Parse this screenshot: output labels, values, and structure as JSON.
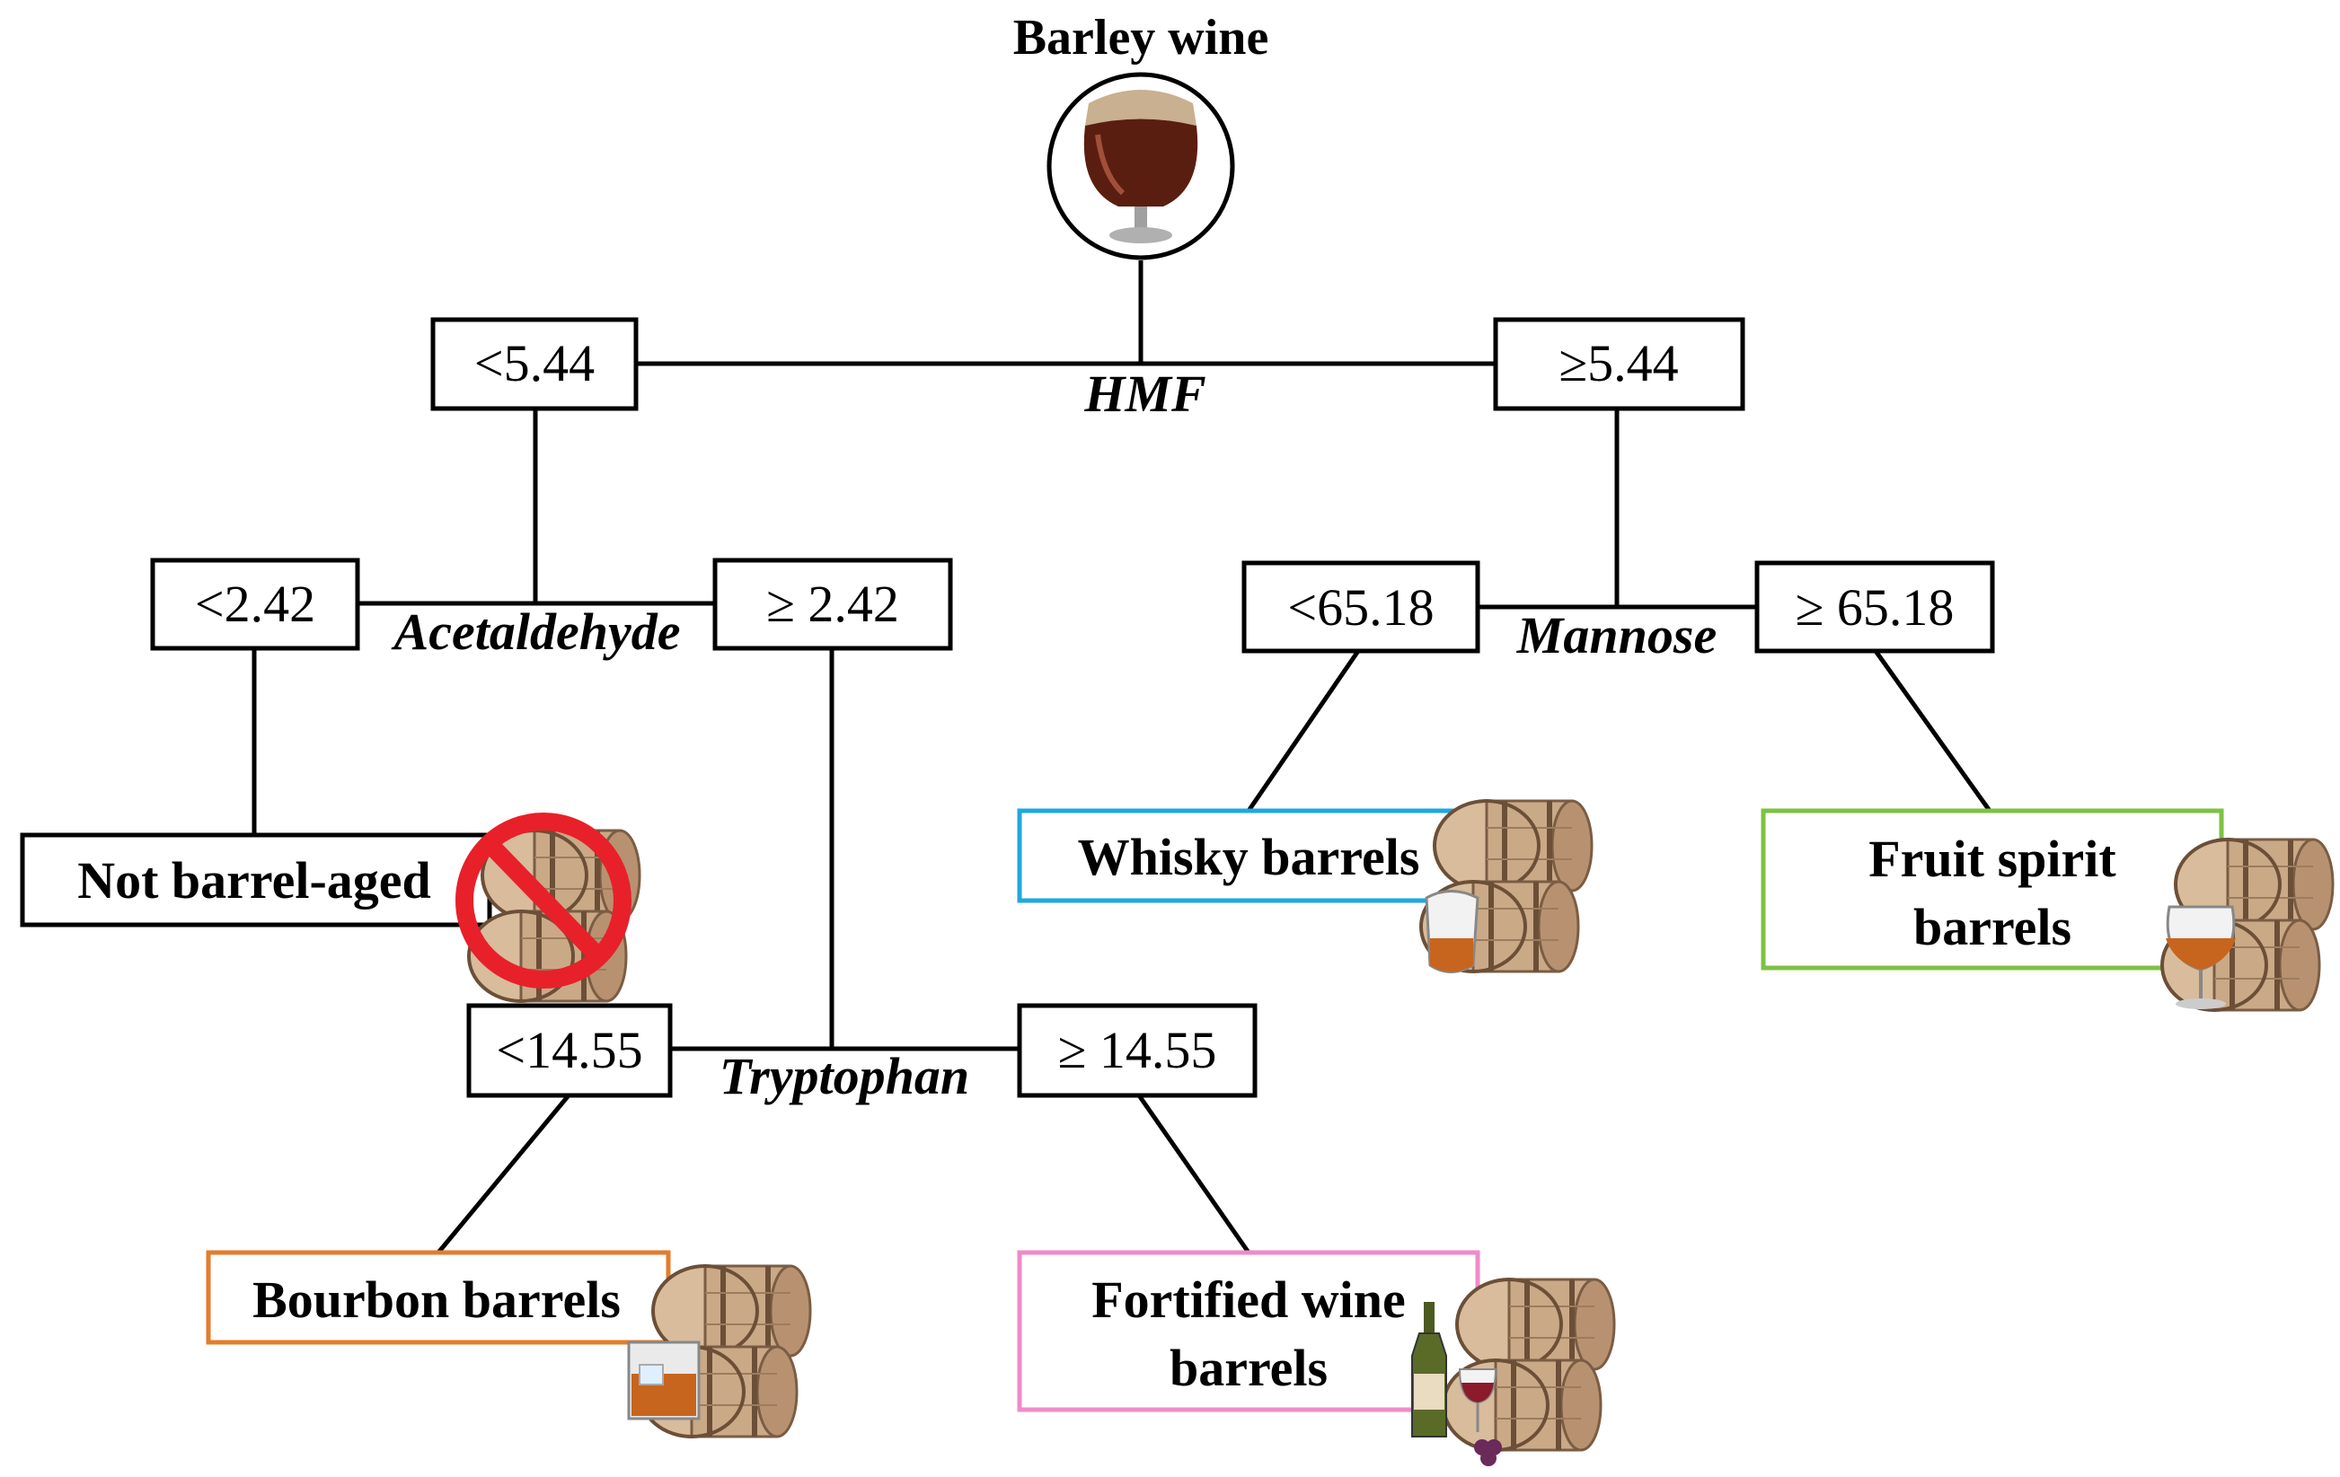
{
  "root": {
    "title": "Barley wine",
    "icon": "barley-wine-glass-icon"
  },
  "split_features": {
    "hmf": "HMF",
    "acetaldehyde": "Acetaldehyde",
    "mannose": "Mannose",
    "tryptophan": "Tryptophan"
  },
  "thresholds": {
    "hmf_low": "<5.44",
    "hmf_high": "≥5.44",
    "acet_low": "<2.42",
    "acet_high": "≥ 2.42",
    "mannose_low": "<65.18",
    "mannose_high": "≥ 65.18",
    "trp_low": "<14.55",
    "trp_high": "≥ 14.55"
  },
  "leaves": {
    "not_aged": {
      "line1": "Not barrel-aged",
      "icon": "no-barrel-icon"
    },
    "whisky": {
      "line1": "Whisky barrels",
      "icon": "barrel-whisky-glass-icon"
    },
    "fruit": {
      "line1": "Fruit spirit",
      "line2": "barrels",
      "icon": "barrel-brandy-glass-icon"
    },
    "bourbon": {
      "line1": "Bourbon barrels",
      "icon": "barrel-bourbon-glass-icon"
    },
    "fortified": {
      "line1": "Fortified wine",
      "line2": "barrels",
      "icon": "barrel-wine-bottle-icon"
    }
  },
  "colors": {
    "whisky_border": "#1ea7e0",
    "fruit_border": "#7dc242",
    "bourbon_border": "#e57c2b",
    "fortified_border": "#f08ac8",
    "no_sign": "#e8202a",
    "barrel_wood": "#c9a98a",
    "barrel_hoop": "#7a5d44",
    "beer": "#5a1e10"
  }
}
